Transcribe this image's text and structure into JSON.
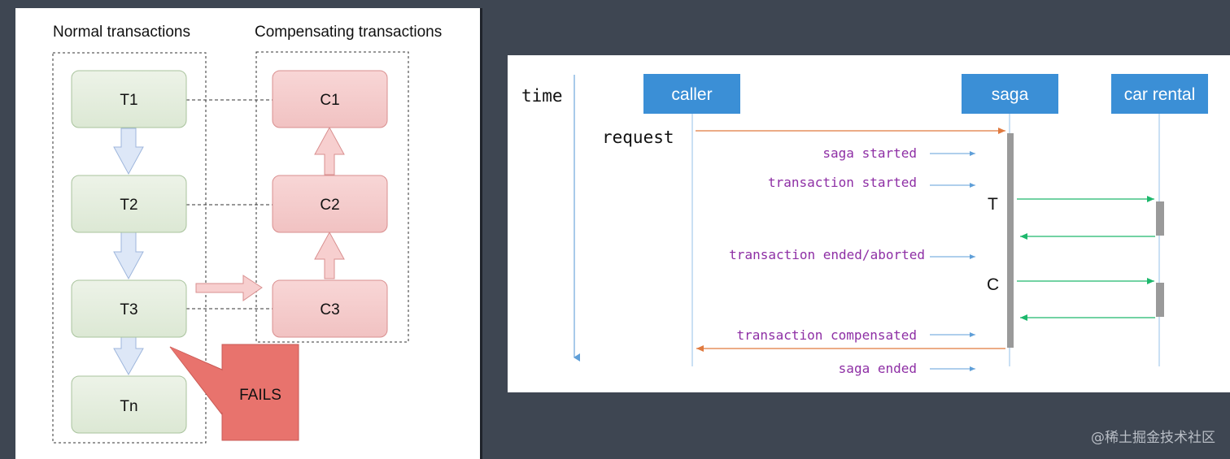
{
  "left_diagram": {
    "normal_title": "Normal transactions",
    "compensating_title": "Compensating transactions",
    "normal_steps": [
      "T1",
      "T2",
      "T3",
      "Tn"
    ],
    "compensating_steps": [
      "C1",
      "C2",
      "C3"
    ],
    "fail_label": "FAILS"
  },
  "right_diagram": {
    "time_label": "time",
    "participants": [
      "caller",
      "saga",
      "car rental"
    ],
    "request_label": "request",
    "events": [
      "saga started",
      "transaction started",
      "transaction ended/aborted",
      "transaction compensated",
      "saga ended"
    ],
    "t_marker": "T",
    "c_marker": "C"
  },
  "watermark": "@稀土掘金技术社区",
  "colors": {
    "normal_fill": "#e4eddd",
    "normal_stroke": "#a9c39d",
    "comp_fill": "#f5cccc",
    "comp_stroke": "#d98f8f",
    "fail_fill": "#e8736d",
    "participant_fill": "#3b8fd6",
    "event_text": "#8e2fa5",
    "request_arrow": "#e07a3f",
    "call_arrow": "#1db86c",
    "lifeline": "#a6ccec"
  }
}
